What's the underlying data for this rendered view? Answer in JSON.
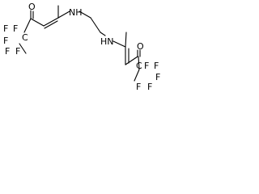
{
  "molecule": {
    "atoms": {
      "o_left": "O",
      "nh_left": "NH",
      "hn_right": "HN",
      "o_right": "O",
      "f_left_1": "F",
      "f_left_2": "F",
      "f_left_3": "F",
      "f_left_4": "F",
      "f_left_5": "F",
      "c_left": "C",
      "f_right_1": "F",
      "f_right_2": "F",
      "f_right_3": "F",
      "f_right_4": "F",
      "f_right_5": "F",
      "c_right": "C"
    }
  }
}
